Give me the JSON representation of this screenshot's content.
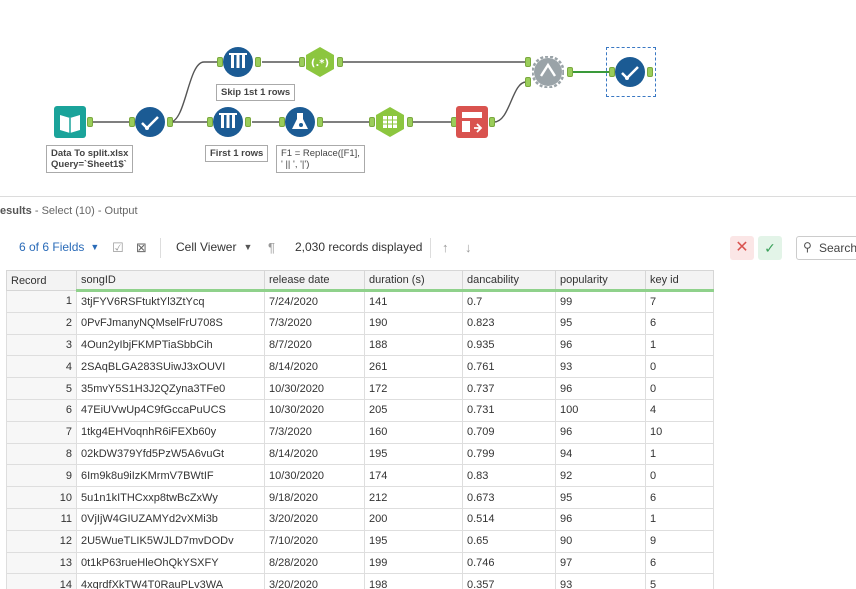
{
  "canvas": {
    "annotations": {
      "input": "Data To split.xlsx\nQuery=`Sheet1$`",
      "skip": "Skip 1st 1 rows",
      "first": "First 1 rows",
      "formula": "F1 = Replace([F1],\n' || ', '|')"
    },
    "regex_label": "(.*)"
  },
  "results": {
    "title": "esults",
    "subtitle": " - Select (10) - Output"
  },
  "toolbar": {
    "fields_label": "6 of 6 Fields",
    "viewer_label": "Cell Viewer",
    "records_label": "2,030 records displayed",
    "search_label": "Search"
  },
  "grid": {
    "columns": [
      "Record",
      "songID",
      "release date",
      "duration (s)",
      "dancability",
      "popularity",
      "key id"
    ],
    "rows": [
      [
        "1",
        "3tjFYV6RSFtuktYl3ZtYcq",
        "7/24/2020",
        "141",
        "0.7",
        "99",
        "7"
      ],
      [
        "2",
        "0PvFJmanyNQMselFrU708S",
        "7/3/2020",
        "190",
        "0.823",
        "95",
        "6"
      ],
      [
        "3",
        "4Oun2yIbjFKMPTiaSbbCih",
        "8/7/2020",
        "188",
        "0.935",
        "96",
        "1"
      ],
      [
        "4",
        "2SAqBLGA283SUiwJ3xOUVI",
        "8/14/2020",
        "261",
        "0.761",
        "93",
        "0"
      ],
      [
        "5",
        "35mvY5S1H3J2QZyna3TFe0",
        "10/30/2020",
        "172",
        "0.737",
        "96",
        "0"
      ],
      [
        "6",
        "47EiUVwUp4C9fGccaPuUCS",
        "10/30/2020",
        "205",
        "0.731",
        "100",
        "4"
      ],
      [
        "7",
        "1tkg4EHVoqnhR6iFEXb60y",
        "7/3/2020",
        "160",
        "0.709",
        "96",
        "10"
      ],
      [
        "8",
        "02kDW379Yfd5PzW5A6vuGt",
        "8/14/2020",
        "195",
        "0.799",
        "94",
        "1"
      ],
      [
        "9",
        "6Im9k8u9iIzKMrmV7BWtIF",
        "10/30/2020",
        "174",
        "0.83",
        "92",
        "0"
      ],
      [
        "10",
        "5u1n1kITHCxxp8twBcZxWy",
        "9/18/2020",
        "212",
        "0.673",
        "95",
        "6"
      ],
      [
        "11",
        "0VjIjW4GIUZAMYd2vXMi3b",
        "3/20/2020",
        "200",
        "0.514",
        "96",
        "1"
      ],
      [
        "12",
        "2U5WueTLIK5WJLD7mvDODv",
        "7/10/2020",
        "195",
        "0.65",
        "90",
        "9"
      ],
      [
        "13",
        "0t1kP63rueHleOhQkYSXFY",
        "8/28/2020",
        "199",
        "0.746",
        "97",
        "6"
      ],
      [
        "14",
        "4xqrdfXkTW4T0RauPLv3WA",
        "3/20/2020",
        "198",
        "0.357",
        "93",
        "5"
      ]
    ]
  },
  "colors": {
    "accent_blue": "#1b5b94",
    "input_teal": "#1aa39a",
    "regex_green": "#8cc63f",
    "sample_blue": "#1b5b94",
    "arrange_red": "#d9534f",
    "anchor_green": "#9acd5a",
    "header_underline": "#8fd18b"
  },
  "icons": {
    "input": "book-icon",
    "select": "checkmark-circle-icon",
    "sample": "test-tubes-icon",
    "regex": "regex-hexagon-icon",
    "formula": "flask-icon",
    "text_to_columns": "columns-icon",
    "arrange": "arrange-icon",
    "union": "gear-icon"
  }
}
